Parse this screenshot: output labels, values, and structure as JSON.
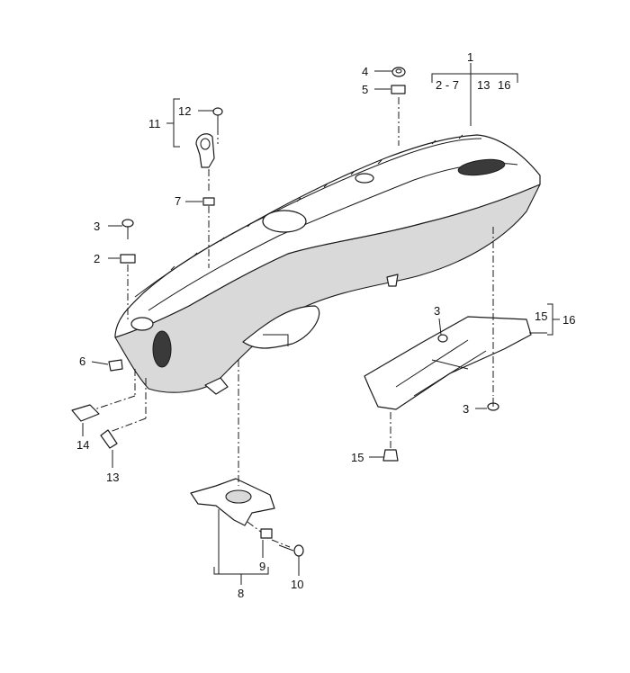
{
  "callouts": {
    "c1": "1",
    "c1_group": [
      "2 - 7",
      "13",
      "16"
    ],
    "c2a": "2",
    "c3a": "3",
    "c3b": "3",
    "c3c": "3",
    "c4": "4",
    "c5": "5",
    "c6": "6",
    "c7": "7",
    "c8": "8",
    "c9": "9",
    "c10": "10",
    "c11": "11",
    "c12": "12",
    "c13": "13",
    "c14": "14",
    "c15a": "15",
    "c15b": "15",
    "c16": "16"
  }
}
